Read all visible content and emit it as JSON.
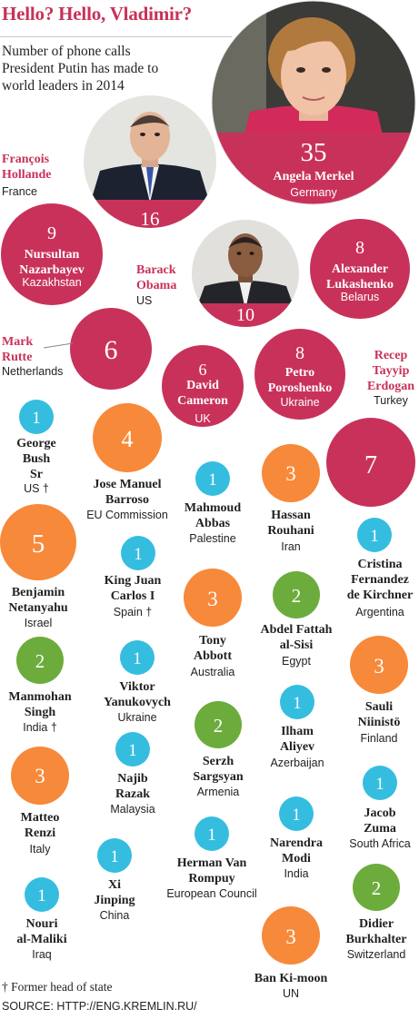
{
  "header": {
    "title": "Hello? Hello, Vladimir?",
    "subtitle": "Number of phone calls President Putin has made to world leaders in 2014"
  },
  "colors": {
    "c1": "#35bde0",
    "c2": "#6cac3c",
    "c3": "#f7893a",
    "big": "#c8325a",
    "label_red": "#c8325a"
  },
  "chart_data": {
    "type": "bubble",
    "title": "Hello? Hello, Vladimir?",
    "unit": "phone calls in 2014",
    "leaders": [
      {
        "name": "Angela Merkel",
        "country": "Germany",
        "calls": 35,
        "photo": true
      },
      {
        "name": "François Hollande",
        "country": "France",
        "calls": 16,
        "photo": true
      },
      {
        "name": "Nursultan Nazarbayev",
        "country": "Kazakhstan",
        "calls": 9
      },
      {
        "name": "Barack Obama",
        "country": "US",
        "calls": 10,
        "photo": true
      },
      {
        "name": "Alexander Lukashenko",
        "country": "Belarus",
        "calls": 8
      },
      {
        "name": "Mark Rutte",
        "country": "Netherlands",
        "calls": 6
      },
      {
        "name": "David Cameron",
        "country": "UK",
        "calls": 6
      },
      {
        "name": "Petro Poroshenko",
        "country": "Ukraine",
        "calls": 8
      },
      {
        "name": "Recep Tayyip Erdogan",
        "country": "Turkey",
        "calls": 7
      },
      {
        "name": "George Bush Sr",
        "country": "US †",
        "calls": 1
      },
      {
        "name": "Jose Manuel Barroso",
        "country": "EU Commission",
        "calls": 4
      },
      {
        "name": "Mahmoud Abbas",
        "country": "Palestine",
        "calls": 1
      },
      {
        "name": "Hassan Rouhani",
        "country": "Iran",
        "calls": 3
      },
      {
        "name": "Cristina Fernandez de Kirchner",
        "country": "Argentina",
        "calls": 1
      },
      {
        "name": "Benjamin Netanyahu",
        "country": "Israel",
        "calls": 5
      },
      {
        "name": "King Juan Carlos I",
        "country": "Spain †",
        "calls": 1
      },
      {
        "name": "Tony Abbott",
        "country": "Australia",
        "calls": 3
      },
      {
        "name": "Abdel Fattah al-Sisi",
        "country": "Egypt",
        "calls": 2
      },
      {
        "name": "Manmohan Singh",
        "country": "India †",
        "calls": 2
      },
      {
        "name": "Viktor Yanukovych",
        "country": "Ukraine",
        "calls": 1
      },
      {
        "name": "Ilham Aliyev",
        "country": "Azerbaijan",
        "calls": 1
      },
      {
        "name": "Sauli Niinistö",
        "country": "Finland",
        "calls": 3
      },
      {
        "name": "Serzh Sargsyan",
        "country": "Armenia",
        "calls": 2
      },
      {
        "name": "Matteo Renzi",
        "country": "Italy",
        "calls": 3
      },
      {
        "name": "Najib Razak",
        "country": "Malaysia",
        "calls": 1
      },
      {
        "name": "Jacob Zuma",
        "country": "South Africa",
        "calls": 1
      },
      {
        "name": "Herman Van Rompuy",
        "country": "European Council",
        "calls": 1
      },
      {
        "name": "Narendra Modi",
        "country": "India",
        "calls": 1
      },
      {
        "name": "Xi Jinping",
        "country": "China",
        "calls": 1
      },
      {
        "name": "Didier Burkhalter",
        "country": "Switzerland",
        "calls": 2
      },
      {
        "name": "Nouri al-Maliki",
        "country": "Iraq",
        "calls": 1
      },
      {
        "name": "Ban Ki-moon",
        "country": "UN",
        "calls": 3
      }
    ]
  },
  "footer": {
    "footnote": "† Former head of state",
    "source": "SOURCE: HTTP://ENG.KREMLIN.RU/"
  }
}
